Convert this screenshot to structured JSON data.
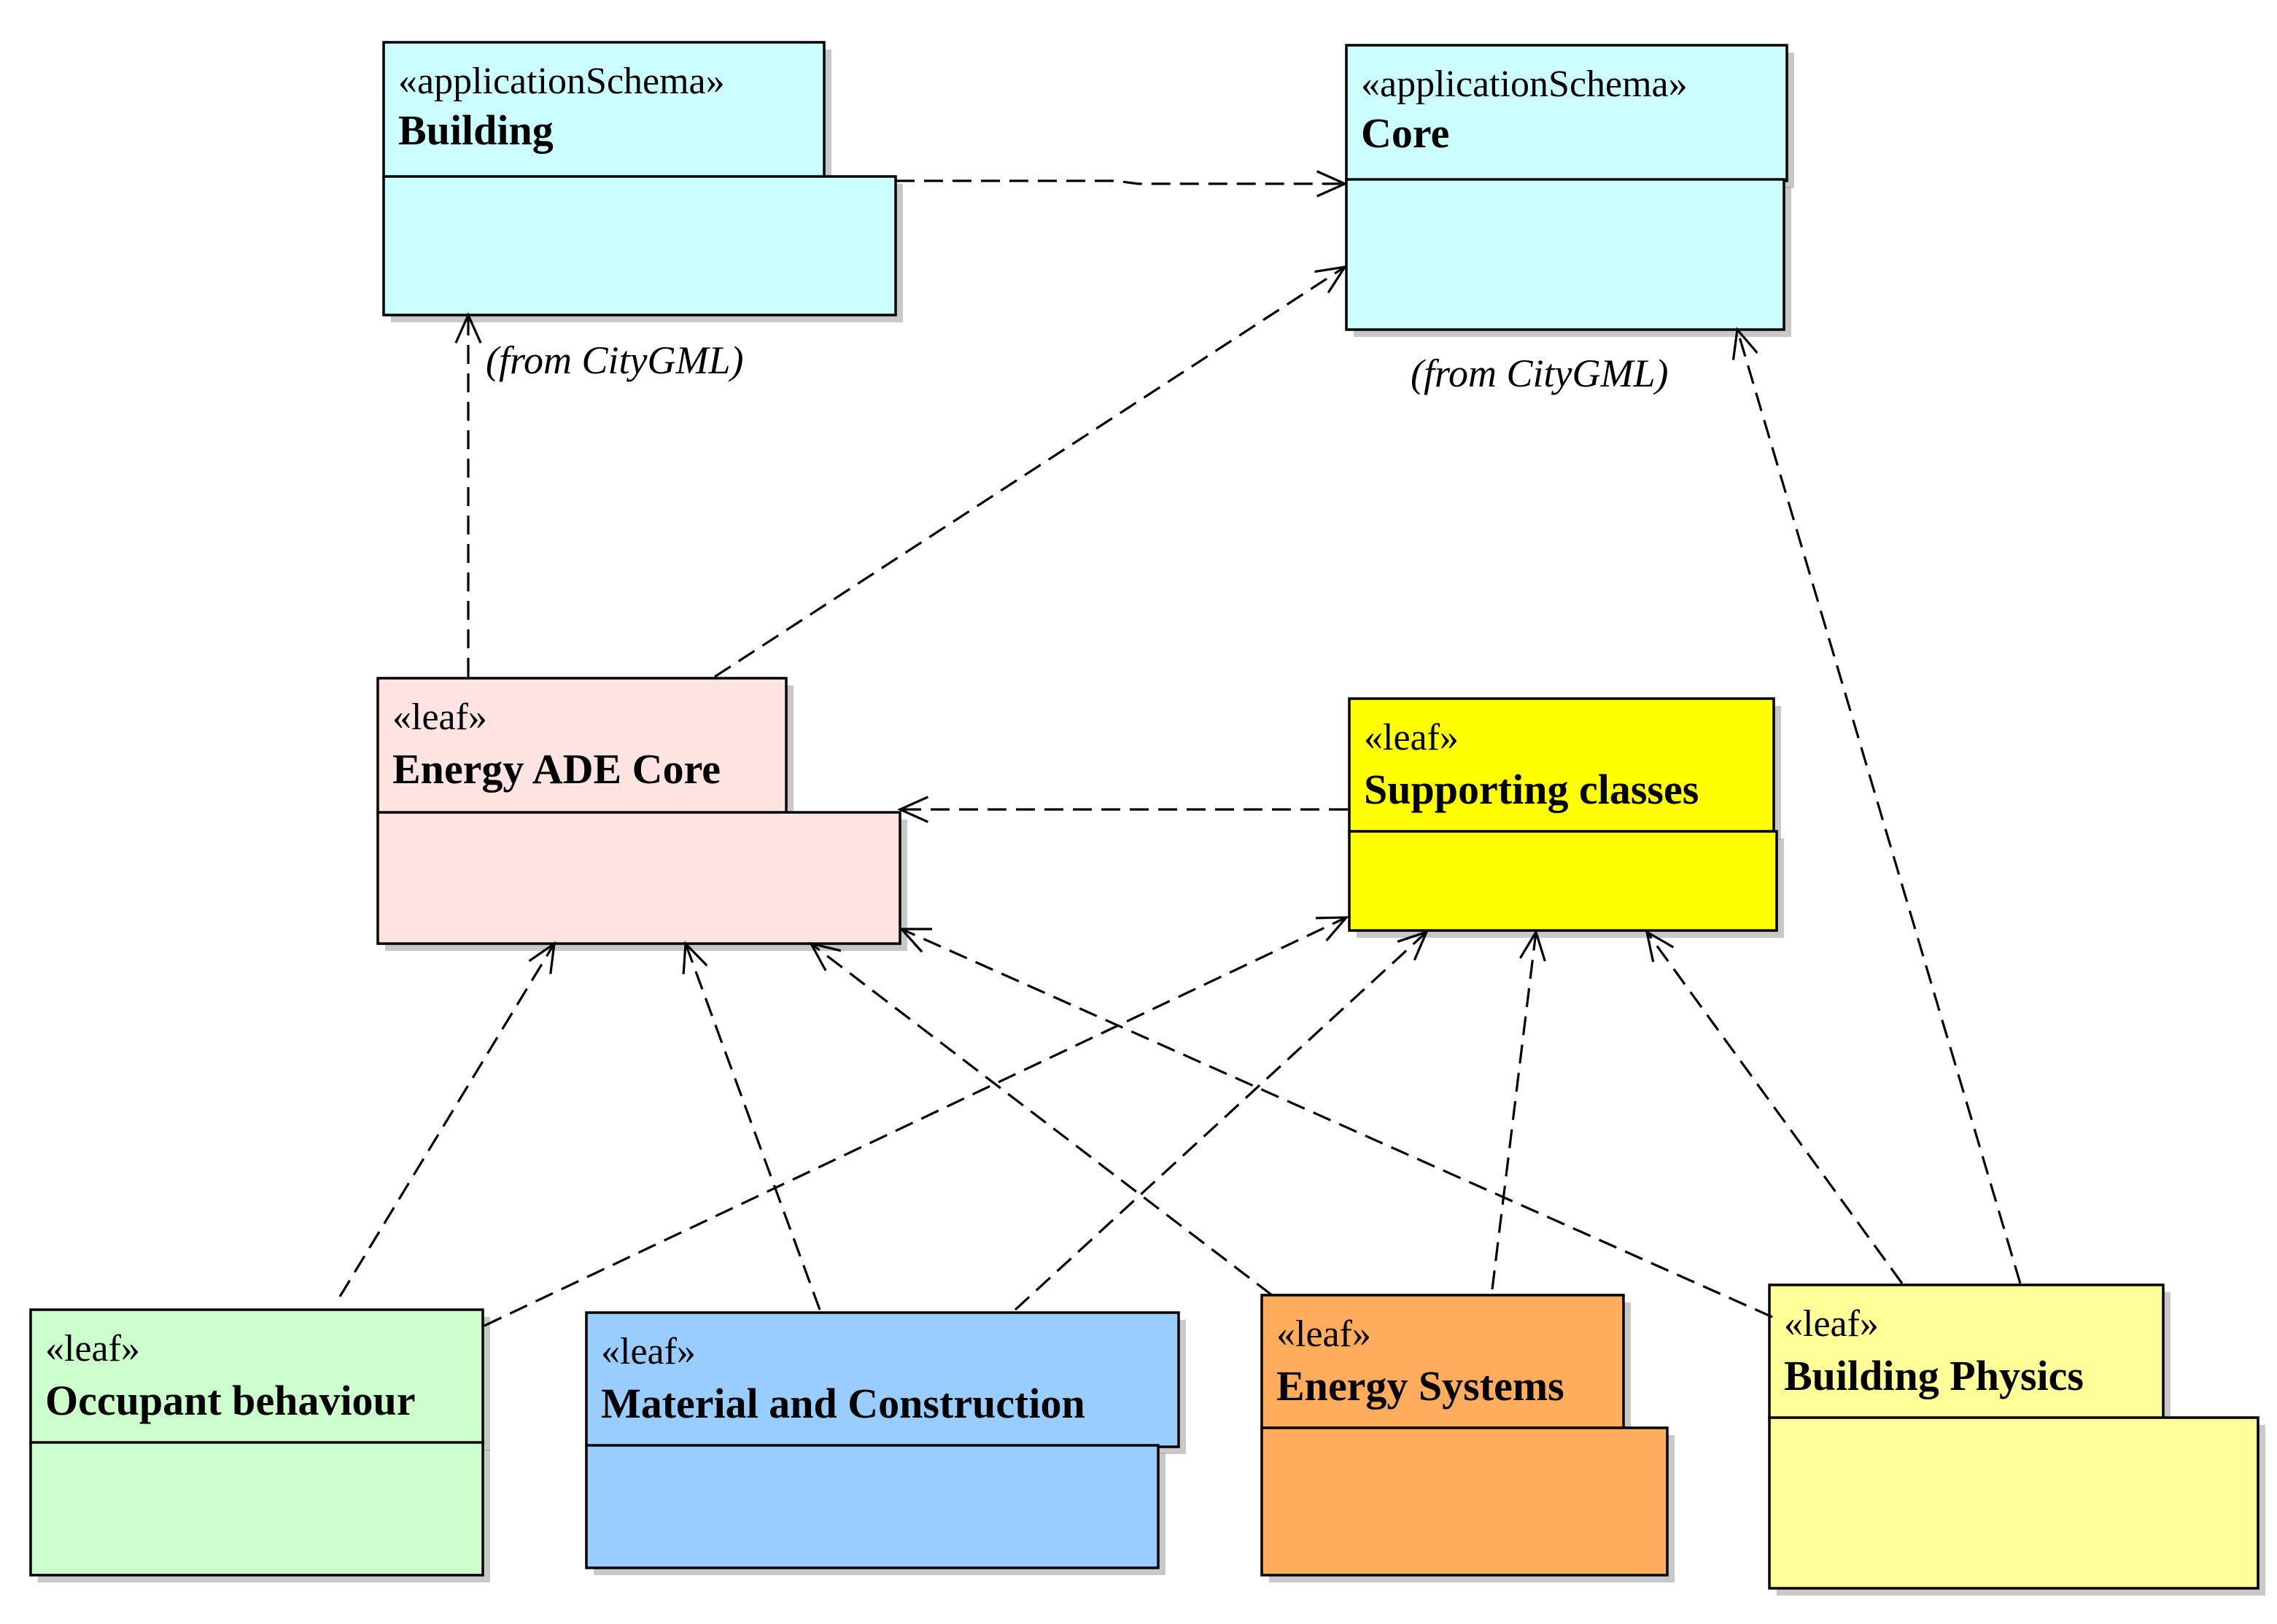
{
  "packages": {
    "building": {
      "stereotype": "«applicationSchema»",
      "name": "Building",
      "origin": "(from CityGML)",
      "fill": "#ccffff"
    },
    "core": {
      "stereotype": "«applicationSchema»",
      "name": "Core",
      "origin": "(from CityGML)",
      "fill": "#ccffff"
    },
    "energy_ade_core": {
      "stereotype": "«leaf»",
      "name": "Energy ADE Core",
      "fill": "#ffe4e1"
    },
    "supporting_classes": {
      "stereotype": "«leaf»",
      "name": "Supporting classes",
      "fill": "#ffff00"
    },
    "occupant_behaviour": {
      "stereotype": "«leaf»",
      "name": "Occupant behaviour",
      "fill": "#ccffcc"
    },
    "material_construction": {
      "stereotype": "«leaf»",
      "name": "Material and Construction",
      "fill": "#99ccff"
    },
    "energy_systems": {
      "stereotype": "«leaf»",
      "name": "Energy Systems",
      "fill": "#ffad5c"
    },
    "building_physics": {
      "stereotype": "«leaf»",
      "name": "Building Physics",
      "fill": "#ffff99"
    }
  },
  "dependencies": [
    {
      "from": "Building",
      "to": "Core"
    },
    {
      "from": "Energy ADE Core",
      "to": "Building"
    },
    {
      "from": "Energy ADE Core",
      "to": "Core"
    },
    {
      "from": "Supporting classes",
      "to": "Energy ADE Core"
    },
    {
      "from": "Building Physics",
      "to": "Core"
    },
    {
      "from": "Occupant behaviour",
      "to": "Energy ADE Core"
    },
    {
      "from": "Material and Construction",
      "to": "Energy ADE Core"
    },
    {
      "from": "Energy Systems",
      "to": "Energy ADE Core"
    },
    {
      "from": "Building Physics",
      "to": "Energy ADE Core"
    },
    {
      "from": "Occupant behaviour",
      "to": "Supporting classes"
    },
    {
      "from": "Material and Construction",
      "to": "Supporting classes"
    },
    {
      "from": "Energy Systems",
      "to": "Supporting classes"
    },
    {
      "from": "Building Physics",
      "to": "Supporting classes"
    }
  ]
}
